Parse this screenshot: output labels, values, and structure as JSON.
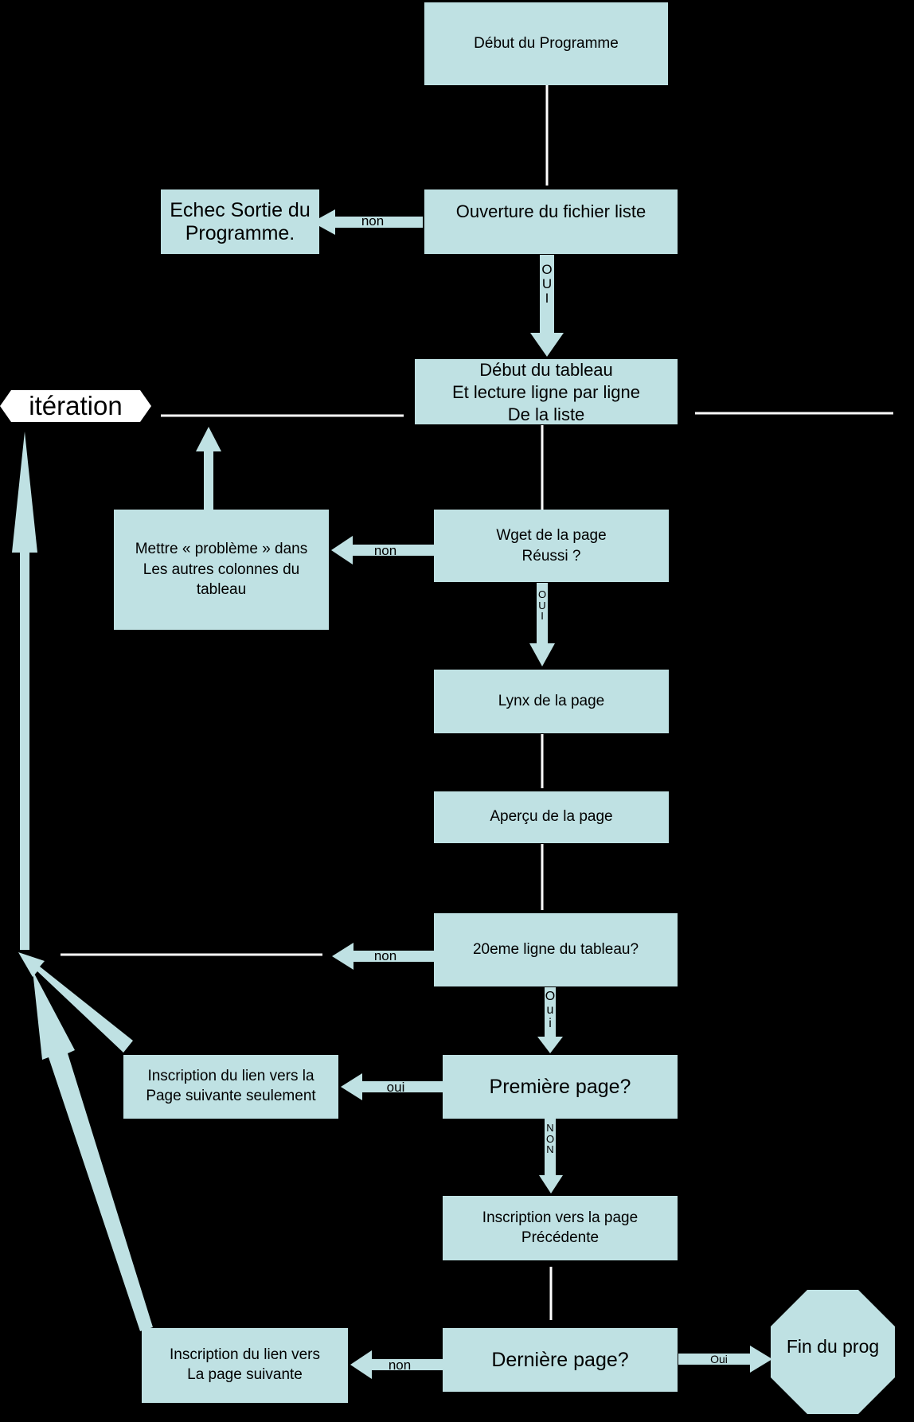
{
  "boxes": {
    "start": "Début du Programme",
    "open_file": "Ouverture du fichier liste",
    "fail_exit": "Echec Sortie du\nProgramme.",
    "table_start": "Début du tableau\nEt lecture ligne par ligne\nDe la liste",
    "wget": "Wget de la page\nRéussi ?",
    "problem": "Mettre « problème » dans\nLes autres colonnes du\ntableau",
    "lynx": "Lynx de la page",
    "apercu": "Aperçu de la page",
    "line20": "20eme ligne du tableau?",
    "first_page": "Première page?",
    "next_only": "Inscription du lien vers la\nPage suivante seulement",
    "prev_page": "Inscription vers la page\nPrécédente",
    "last_page": "Dernière page?",
    "next_link": "Inscription du lien vers\nLa page  suivante",
    "end": "Fin du prog",
    "iteration": "itération"
  },
  "labels": {
    "non_1": "non",
    "oui_1": "O\nU\nI",
    "non_2": "non",
    "oui_2": "O\nU\nI",
    "non_3": "non",
    "oui_3": "O\nu\ni",
    "oui_4": "oui",
    "non_4": "N\nO\nN",
    "non_5": "non",
    "oui_5": "Oui"
  },
  "colors": {
    "fill": "#bfe1e3",
    "line": "#ffffff",
    "background": "#000000"
  }
}
